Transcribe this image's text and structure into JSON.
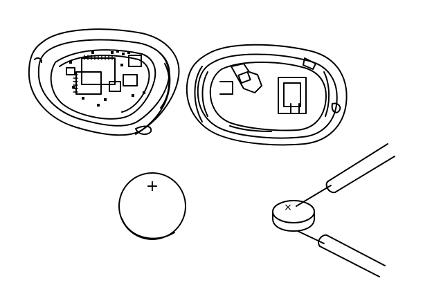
{
  "diagram": {
    "ink_color": "#000000",
    "background_color": "#ffffff",
    "parts": [
      {
        "id": "fob-half-circuit-board"
      },
      {
        "id": "fob-half-battery-holder"
      },
      {
        "id": "coin-cell-battery",
        "mark": "+"
      },
      {
        "id": "battery-under-test",
        "mark": "×"
      },
      {
        "id": "meter-probe-positive"
      },
      {
        "id": "meter-probe-negative"
      }
    ]
  }
}
